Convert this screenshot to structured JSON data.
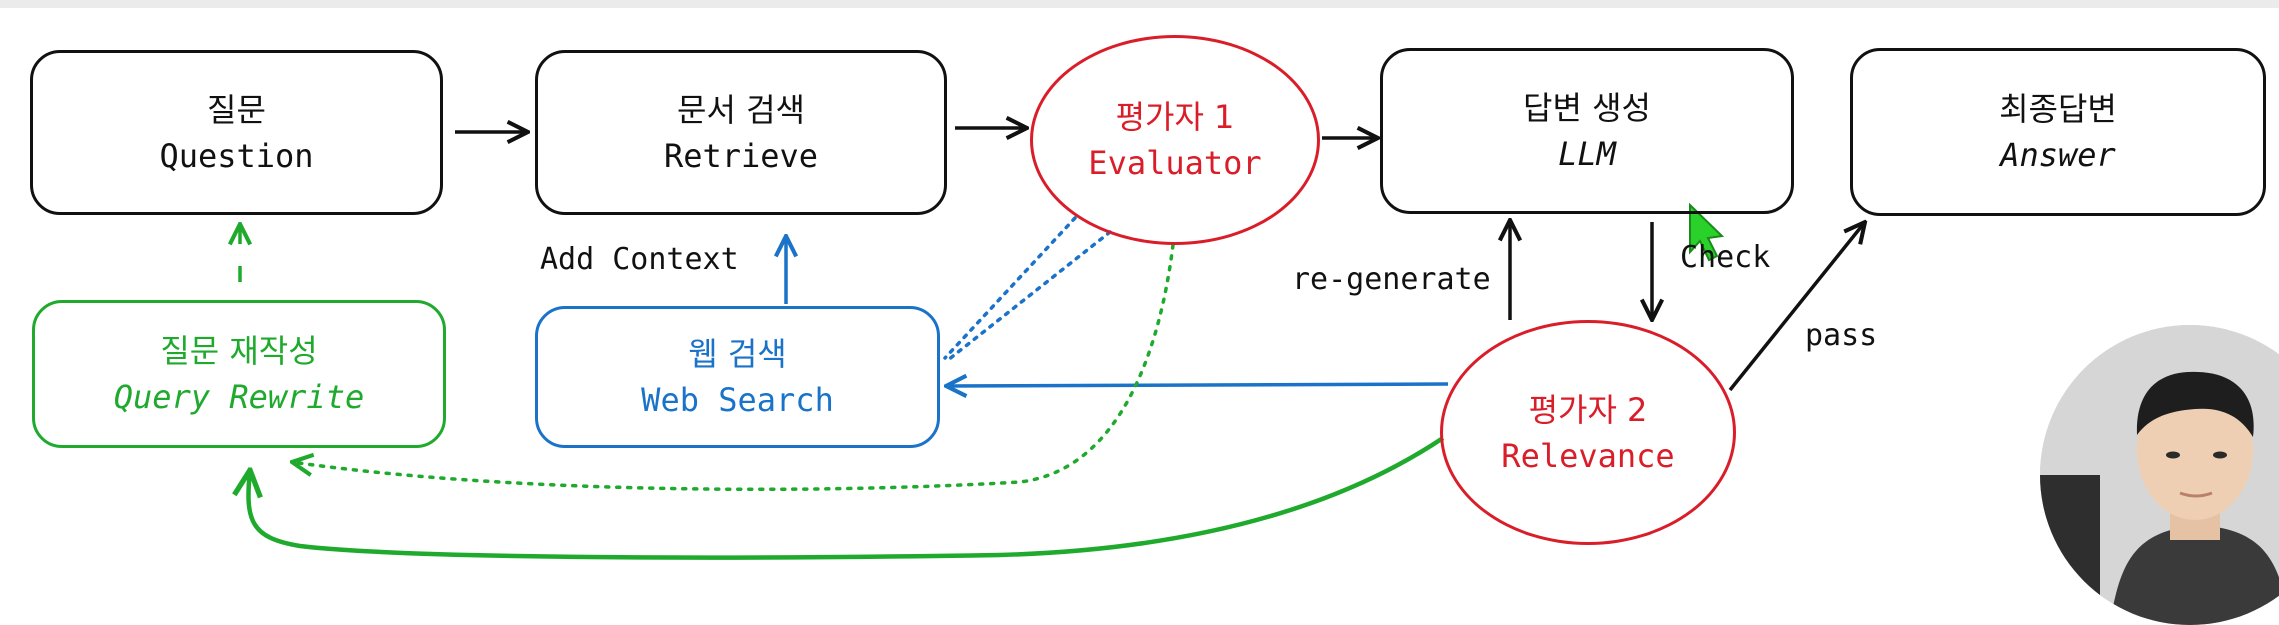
{
  "nodes": {
    "question": {
      "ko": "질문",
      "en": "Question"
    },
    "retrieve": {
      "ko": "문서 검색",
      "en": "Retrieve"
    },
    "evaluator": {
      "ko": "평가자 1",
      "en": "Evaluator"
    },
    "llm": {
      "ko": "답변 생성",
      "en": "LLM"
    },
    "answer": {
      "ko": "최종답변",
      "en": "Answer"
    },
    "rewrite": {
      "ko": "질문 재작성",
      "en": "Query Rewrite"
    },
    "websearch": {
      "ko": "웹 검색",
      "en": "Web Search"
    },
    "relevance": {
      "ko": "평가자 2",
      "en": "Relevance"
    }
  },
  "edge_labels": {
    "add_context": "Add Context",
    "regenerate": "re-generate",
    "check": "Check",
    "pass": "pass"
  },
  "colors": {
    "black": "#111111",
    "red": "#d91e2a",
    "green": "#1faa2d",
    "blue": "#1a73c9",
    "cursor": "#2bd12b"
  }
}
